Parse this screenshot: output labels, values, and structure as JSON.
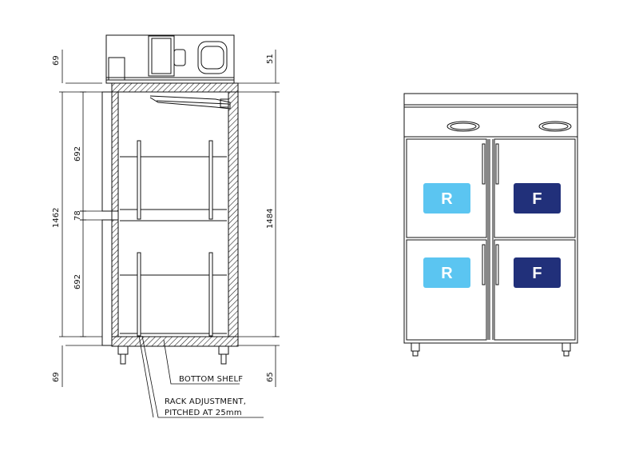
{
  "side_view": {
    "dimensions": {
      "top_height": "69",
      "top_height_right": "51",
      "upper_door": "692",
      "middle_gap": "78",
      "lower_door": "692",
      "overall_left": "1462",
      "overall_right": "1484",
      "bottom_height": "69",
      "bottom_height_right": "65"
    },
    "annotations": {
      "bottom_shelf": "BOTTOM SHELF",
      "rack_line1": "RACK ADJUSTMENT,",
      "rack_line2": "PITCHED AT 25mm"
    }
  },
  "front_view": {
    "compartments": [
      {
        "position": "top-left",
        "label": "R",
        "color": "#5bc5f1"
      },
      {
        "position": "top-right",
        "label": "F",
        "color": "#21307a"
      },
      {
        "position": "bottom-left",
        "label": "R",
        "color": "#5bc5f1"
      },
      {
        "position": "bottom-right",
        "label": "F",
        "color": "#21307a"
      }
    ]
  },
  "colors": {
    "line": "#111111",
    "hatch": "#222222"
  }
}
